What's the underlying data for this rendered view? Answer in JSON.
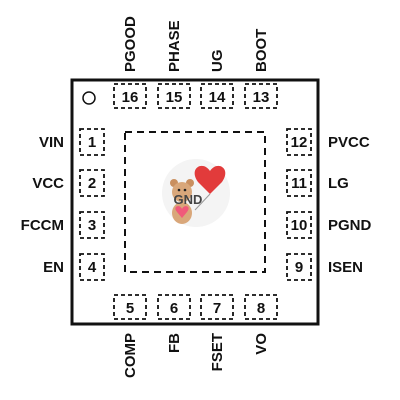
{
  "package": {
    "center_pad_label": "GND",
    "pins": [
      {
        "num": "1",
        "name": "VIN"
      },
      {
        "num": "2",
        "name": "VCC"
      },
      {
        "num": "3",
        "name": "FCCM"
      },
      {
        "num": "4",
        "name": "EN"
      },
      {
        "num": "5",
        "name": "COMP"
      },
      {
        "num": "6",
        "name": "FB"
      },
      {
        "num": "7",
        "name": "FSET"
      },
      {
        "num": "8",
        "name": "VO"
      },
      {
        "num": "9",
        "name": "ISEN"
      },
      {
        "num": "10",
        "name": "PGND"
      },
      {
        "num": "11",
        "name": "LG"
      },
      {
        "num": "12",
        "name": "PVCC"
      },
      {
        "num": "13",
        "name": "BOOT"
      },
      {
        "num": "14",
        "name": "UG"
      },
      {
        "num": "15",
        "name": "PHASE"
      },
      {
        "num": "16",
        "name": "PGOOD"
      }
    ]
  },
  "colors": {
    "outline": "#111111",
    "heart": "#e23b3b",
    "bear": "#d9a77a"
  },
  "icons": {
    "pin1_marker": "circle",
    "watermark": "teddy-bear-heart-icon"
  }
}
